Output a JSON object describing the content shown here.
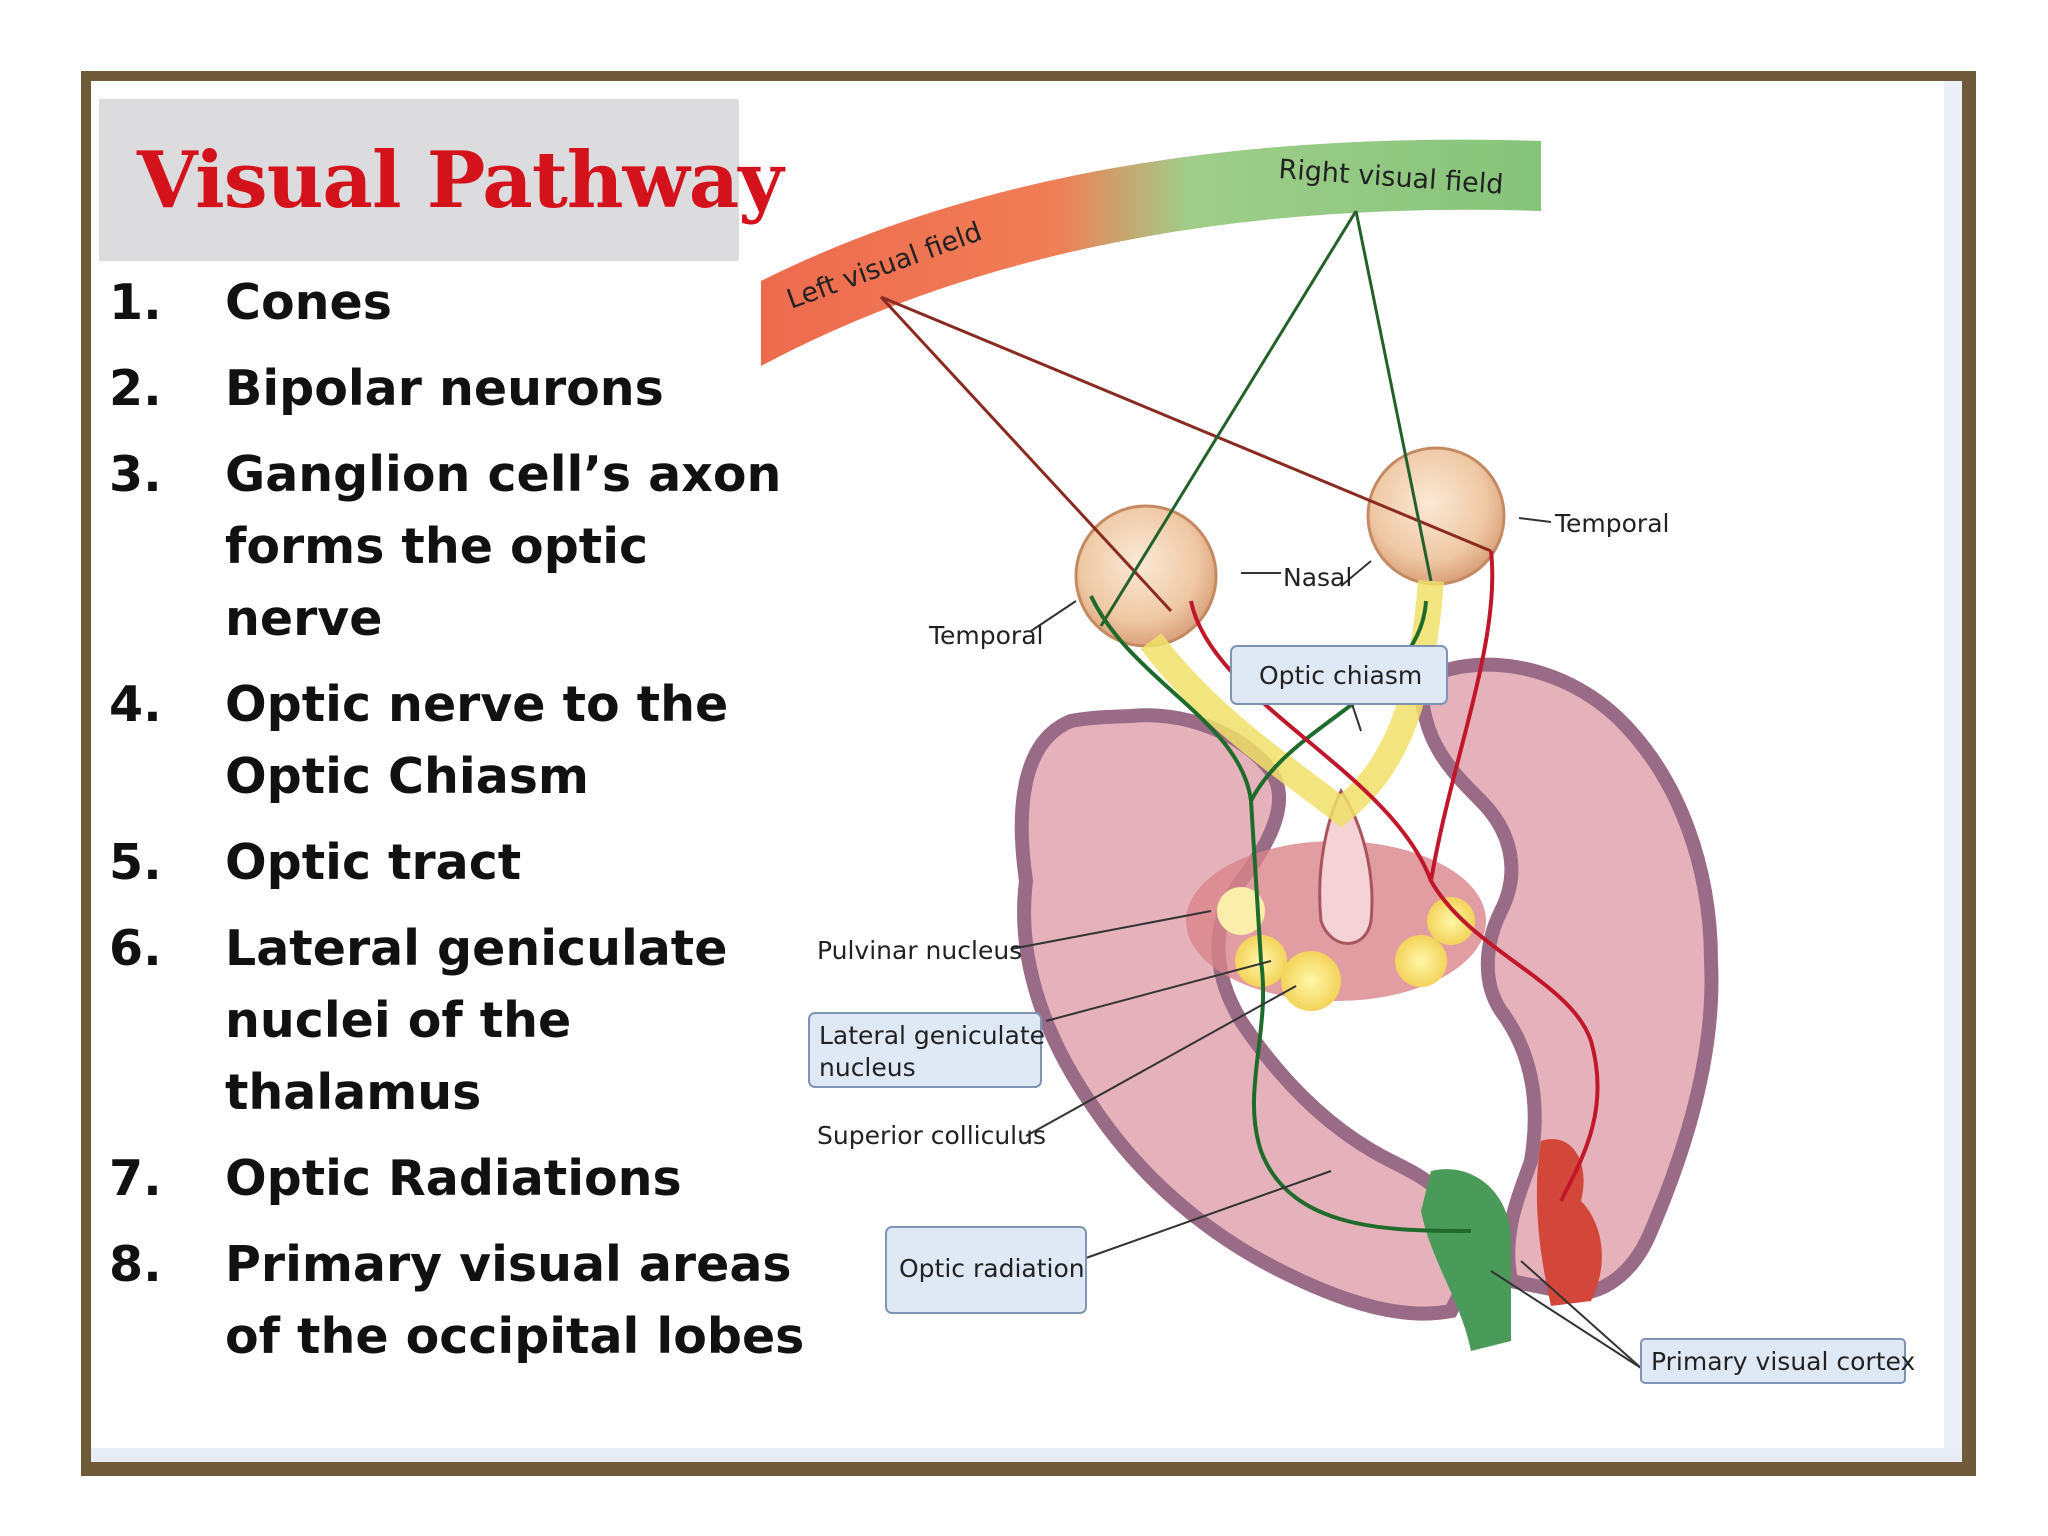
{
  "title": "Visual Pathway",
  "steps": [
    {
      "num": "1.",
      "text": "Cones"
    },
    {
      "num": "2.",
      "text": "Bipolar neurons"
    },
    {
      "num": "3.",
      "text": "Ganglion cell’s axon forms the optic nerve"
    },
    {
      "num": "4.",
      "text": "Optic nerve to the Optic Chiasm"
    },
    {
      "num": "5.",
      "text": "Optic tract"
    },
    {
      "num": "6.",
      "text": "Lateral geniculate nuclei of the thalamus"
    },
    {
      "num": "7.",
      "text": "Optic Radiations"
    },
    {
      "num": "8.",
      "text": "Primary visual areas of the occipital lobes"
    }
  ],
  "diagram": {
    "left_field": "Left visual field",
    "right_field": "Right visual field",
    "temporal_right": "Temporal",
    "nasal": "Nasal",
    "temporal_left": "Temporal",
    "optic_chiasm": "Optic chiasm",
    "pulvinar": "Pulvinar nucleus",
    "lgn_line1": "Lateral geniculate",
    "lgn_line2": "nucleus",
    "superior_colliculus": "Superior colliculus",
    "optic_radiation": "Optic radiation",
    "primary_visual_cortex": "Primary visual cortex"
  },
  "colors": {
    "title": "#d4121c",
    "frame": "#6f5a3a",
    "left_pathway": "#c0182a",
    "right_pathway": "#1f6b2c",
    "brain": "#e7b7bf",
    "brain_outline": "#a0708a",
    "label_box": "#dfe8f5"
  }
}
